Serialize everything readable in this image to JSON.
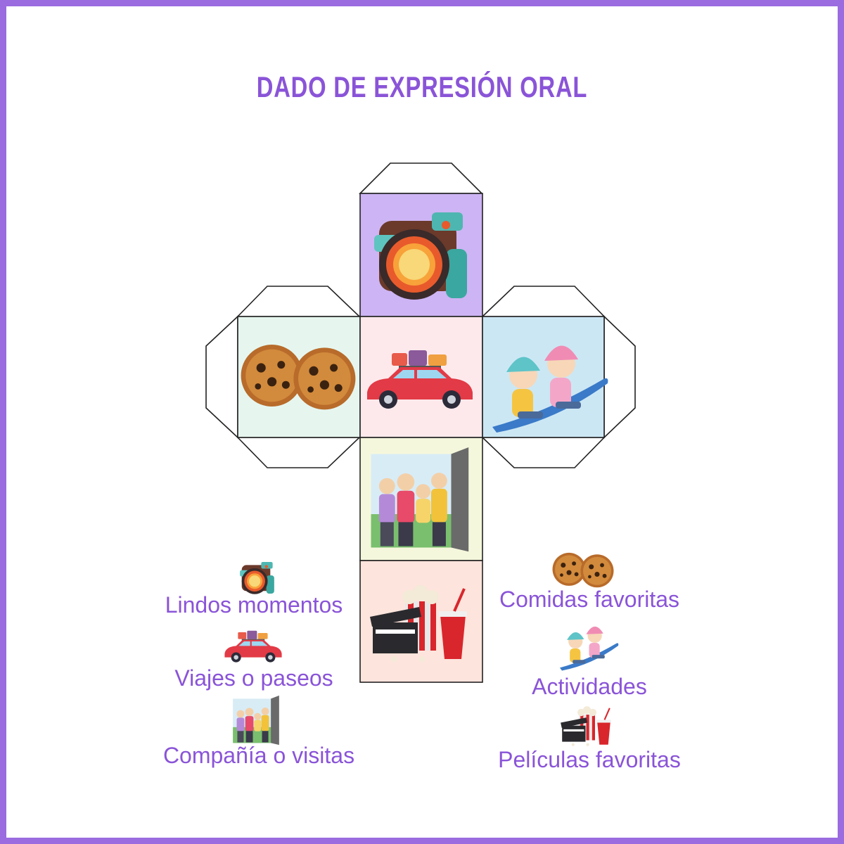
{
  "title": "DADO DE EXPRESIÓN ORAL",
  "colors": {
    "frame": "#9b6be0",
    "accent_text": "#8a54d8",
    "face_camera": "#cdb4f4",
    "face_cookies": "#e6f6ef",
    "face_car": "#fde9ec",
    "face_sled": "#cce7f4",
    "face_visit": "#f5f7dc",
    "face_movies": "#fde4dc"
  },
  "faces": [
    {
      "icon": "camera-icon"
    },
    {
      "icon": "cookies-icon"
    },
    {
      "icon": "car-icon"
    },
    {
      "icon": "sled-kids-icon"
    },
    {
      "icon": "family-door-icon"
    },
    {
      "icon": "movie-popcorn-icon"
    }
  ],
  "legend": {
    "left": [
      {
        "icon": "camera-icon",
        "label": "Lindos momentos"
      },
      {
        "icon": "car-icon",
        "label": "Viajes o paseos"
      },
      {
        "icon": "family-door-icon",
        "label": "Compañía o visitas"
      }
    ],
    "right": [
      {
        "icon": "cookies-icon",
        "label": "Comidas favoritas"
      },
      {
        "icon": "sled-kids-icon",
        "label": "Actividades"
      },
      {
        "icon": "movie-popcorn-icon",
        "label": "Películas favoritas"
      }
    ]
  }
}
